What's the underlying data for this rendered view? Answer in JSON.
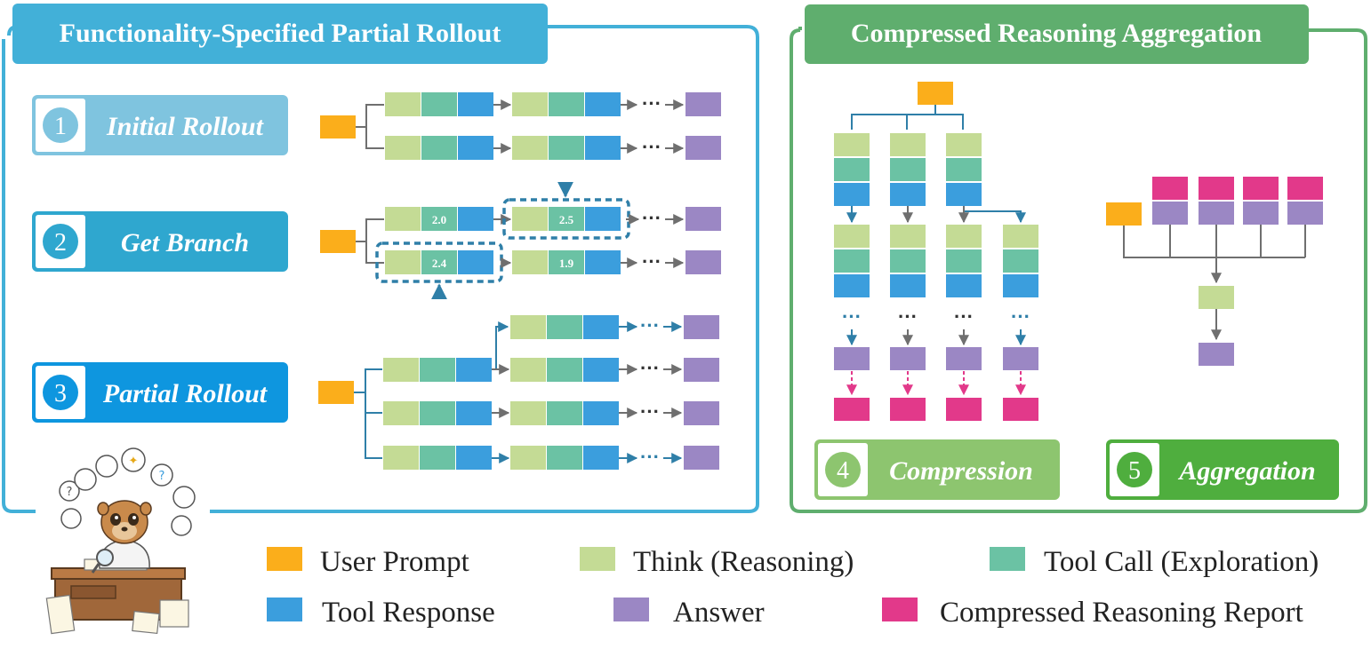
{
  "colors": {
    "user_prompt": "#FBAE1B",
    "think": "#C4DB95",
    "tool_call": "#6BC2A4",
    "tool_response": "#3B9EDD",
    "answer": "#9B87C4",
    "report": "#E2398A",
    "left_accent": "#42B0D8",
    "right_accent": "#5FAE6E",
    "arrow": "#2F7FA8"
  },
  "left_panel": {
    "title": "Functionality-Specified Partial Rollout",
    "steps": [
      {
        "num": "1",
        "label": "Initial Rollout"
      },
      {
        "num": "2",
        "label": "Get Branch"
      },
      {
        "num": "3",
        "label": "Partial Rollout"
      }
    ],
    "branch_scores": {
      "top_first": "2.0",
      "top_second": "2.5",
      "bottom_first": "2.4",
      "bottom_second": "1.9"
    }
  },
  "right_panel": {
    "title": "Compressed Reasoning Aggregation",
    "steps": [
      {
        "num": "4",
        "label": "Compression"
      },
      {
        "num": "5",
        "label": "Aggregation"
      }
    ]
  },
  "legend": [
    {
      "key": "user_prompt",
      "label": "User Prompt"
    },
    {
      "key": "think",
      "label": "Think (Reasoning)"
    },
    {
      "key": "tool_call",
      "label": "Tool Call (Exploration)"
    },
    {
      "key": "tool_response",
      "label": "Tool Response"
    },
    {
      "key": "answer",
      "label": "Answer"
    },
    {
      "key": "report",
      "label": "Compressed Reasoning Report"
    }
  ],
  "mascot": {
    "icon": "meerkat-mascot-icon"
  }
}
